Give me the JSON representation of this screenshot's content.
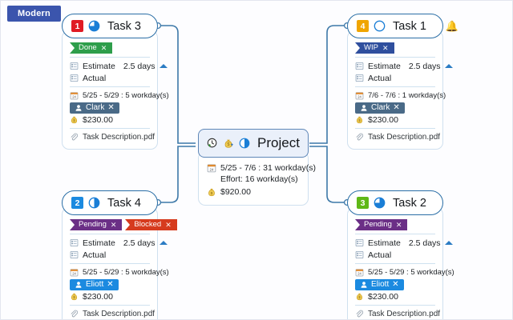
{
  "badge": {
    "label": "Modern"
  },
  "colors": {
    "accent": "#2a6ea6",
    "link": "#3d78a8",
    "badge_bg": "#3b55ad",
    "done": "#2e9e4b",
    "wip": "#2f4f9e",
    "pending": "#6b2f86",
    "blocked": "#d63b1e",
    "pie": "#1a7ed6"
  },
  "project": {
    "title": "Project",
    "icons": [
      "clock-icon",
      "money-bag-icon",
      "pie-progress-icon"
    ],
    "pie_percent": 50,
    "dates": "5/25 - 7/6 : 31 workday(s)",
    "effort": "Effort: 16 workday(s)",
    "cost": "$920.00"
  },
  "tasks": [
    {
      "id": "task3",
      "number": "1",
      "number_color": "#e01b24",
      "title": "Task 3",
      "pie_percent": 75,
      "bell": false,
      "tags": [
        {
          "label": "Done",
          "color": "#2e9e4b",
          "close": "✕"
        }
      ],
      "estimate_label": "Estimate",
      "estimate_value": "2.5 days",
      "actual_label": "Actual",
      "dates": "5/25 - 5/29 : 5 workday(s)",
      "assignee": "Clark",
      "assignee_color": "#4a6a87",
      "cost": "$230.00",
      "attachment": "Task Description.pdf"
    },
    {
      "id": "task1",
      "number": "4",
      "number_color": "#f0a500",
      "title": "Task 1",
      "pie_percent": 0,
      "bell": true,
      "tags": [
        {
          "label": "WIP",
          "color": "#2f4f9e",
          "close": "✕"
        }
      ],
      "estimate_label": "Estimate",
      "estimate_value": "2.5 days",
      "actual_label": "Actual",
      "dates": "7/6 - 7/6 : 1 workday(s)",
      "assignee": "Clark",
      "assignee_color": "#4a6a87",
      "cost": "$230.00",
      "attachment": "Task Description.pdf"
    },
    {
      "id": "task4",
      "number": "2",
      "number_color": "#1b8ae0",
      "title": "Task 4",
      "pie_percent": 50,
      "bell": false,
      "tags": [
        {
          "label": "Pending",
          "color": "#6b2f86",
          "close": "✕"
        },
        {
          "label": "Blocked",
          "color": "#d63b1e",
          "close": "✕"
        }
      ],
      "estimate_label": "Estimate",
      "estimate_value": "2.5 days",
      "actual_label": "Actual",
      "dates": "5/25 - 5/29 : 5 workday(s)",
      "assignee": "Eliott",
      "assignee_color": "#1b8ae0",
      "cost": "$230.00",
      "attachment": "Task Description.pdf"
    },
    {
      "id": "task2",
      "number": "3",
      "number_color": "#5fb817",
      "title": "Task 2",
      "pie_percent": 75,
      "bell": false,
      "tags": [
        {
          "label": "Pending",
          "color": "#6b2f86",
          "close": "✕"
        }
      ],
      "estimate_label": "Estimate",
      "estimate_value": "2.5 days",
      "actual_label": "Actual",
      "dates": "5/25 - 5/29 : 5 workday(s)",
      "assignee": "Eliott",
      "assignee_color": "#1b8ae0",
      "cost": "$230.00",
      "attachment": "Task Description.pdf"
    }
  ]
}
